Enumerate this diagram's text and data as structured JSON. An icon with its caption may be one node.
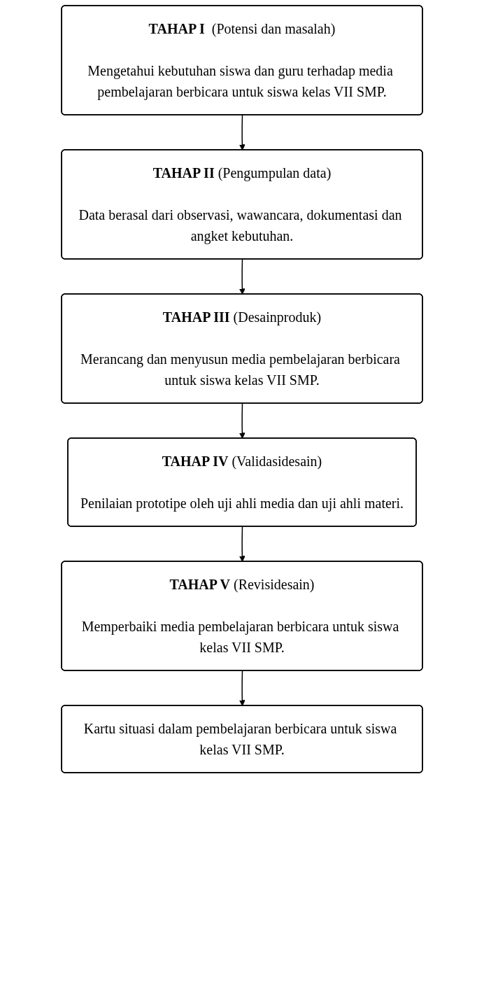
{
  "diagram": {
    "nodes": [
      {
        "text": [
          "**TAHAP I**  (Potensi dan masalah)",
          "Mengetahui kebutuhan siswa dan guru terhadap media pembelajaran berbicara untuk siswa kelas VII SMP."
        ]
      },
      {
        "text": [
          "**TAHAP II** (Pengumpulan data)",
          "Data berasal dari observasi, wawancara, dokumentasi dan angket kebutuhan."
        ]
      },
      {
        "text": [
          "**TAHAP III** (Desainproduk)",
          "Merancang dan menyusun media pembelajaran berbicara untuk siswa kelas VII SMP."
        ]
      },
      {
        "text": [
          "**TAHAP IV** (Validasidesain)",
          "Penilaian prototipe oleh uji ahli media dan uji ahli materi."
        ]
      },
      {
        "text": [
          "**TAHAP V** (Revisidesain)",
          "Memperbaiki media pembelajaran berbicara untuk siswa kelas VII SMP."
        ]
      },
      {
        "text": [
          "Kartu situasi dalam pembelajaran berbicara untuk siswa kelas VII SMP."
        ]
      }
    ],
    "edges": [
      {
        "from": 0,
        "to": 1,
        "arrow": "to"
      },
      {
        "from": 1,
        "to": 2,
        "arrow": "to"
      },
      {
        "from": 2,
        "to": 3,
        "arrow": "to"
      },
      {
        "from": 3,
        "to": 4,
        "arrow": "to"
      },
      {
        "from": 4,
        "to": 5,
        "arrow": "to"
      }
    ]
  }
}
